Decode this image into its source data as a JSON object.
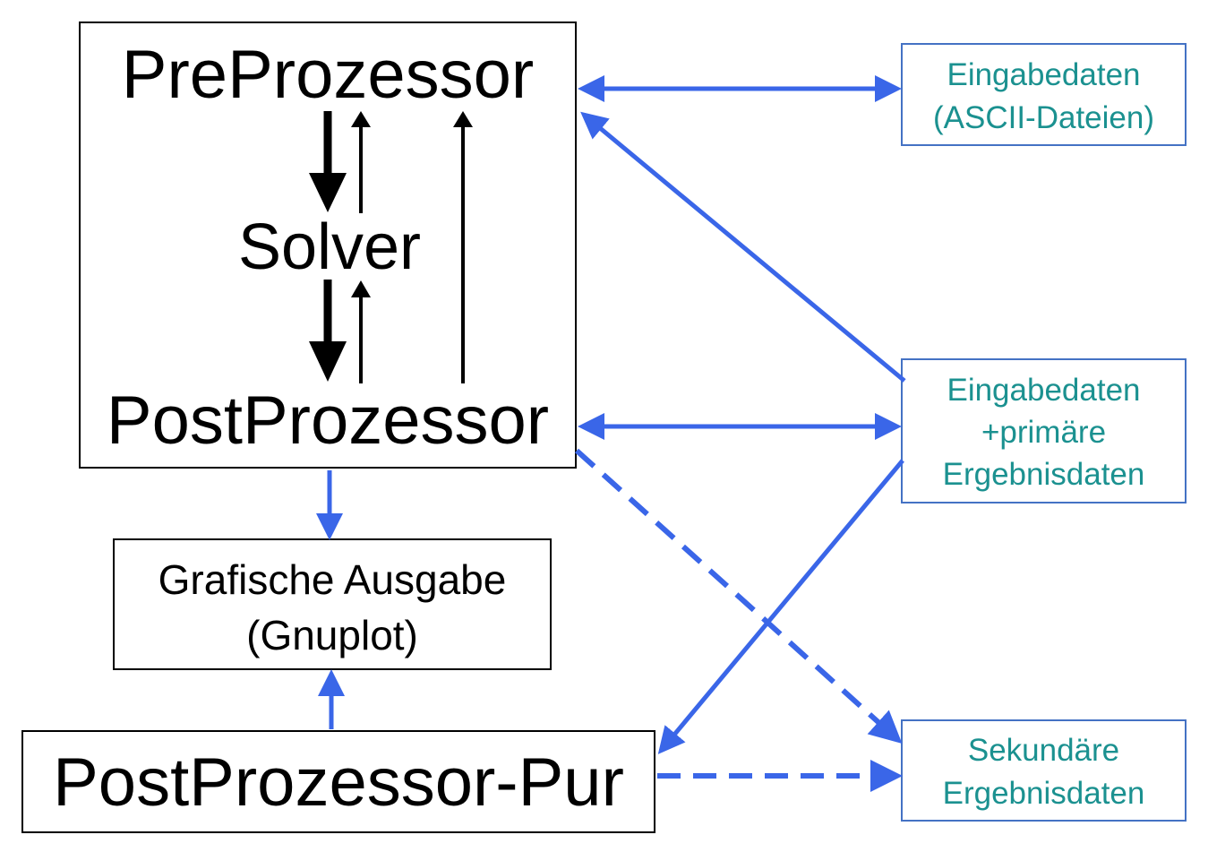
{
  "colors": {
    "arrow_blue": "#3a66e8",
    "text_teal": "#1b9190",
    "box_blue": "#4472c4",
    "black": "#000000"
  },
  "main_box": {
    "preprozessor": "PreProzessor",
    "solver": "Solver",
    "postprozessor": "PostProzessor"
  },
  "grafische_ausgabe": {
    "line1": "Grafische Ausgabe",
    "line2": "(Gnuplot)"
  },
  "postprozessor_pur": {
    "label": "PostProzessor-Pur"
  },
  "eingabedaten_ascii": {
    "line1": "Eingabedaten",
    "line2": "(ASCII-Dateien)"
  },
  "eingabedaten_primaer": {
    "line1": "Eingabedaten",
    "line2": "+primäre",
    "line3": "Ergebnisdaten"
  },
  "sekundaere": {
    "line1": "Sekundäre",
    "line2": "Ergebnisdaten"
  }
}
